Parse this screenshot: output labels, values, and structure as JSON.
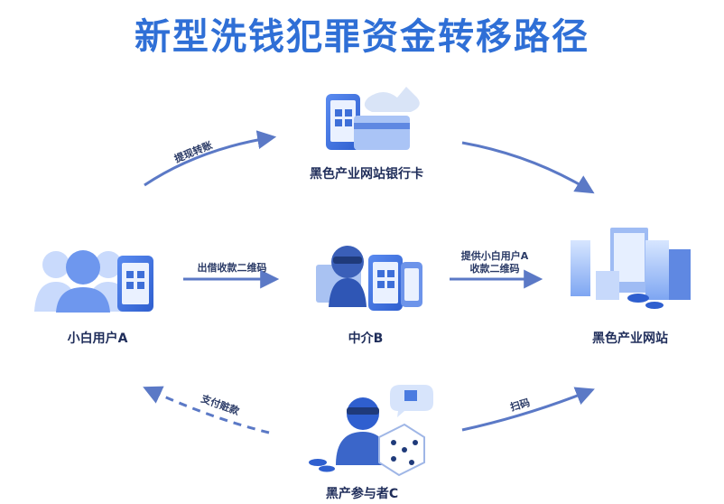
{
  "title": "新型洗钱犯罪资金转移路径",
  "nodes": {
    "bank_card": "黑色产业网站银行卡",
    "user_a": "小白用户A",
    "intermediary_b": "中介B",
    "black_site": "黑色产业网站",
    "participant_c": "黑产参与者C"
  },
  "edges": {
    "withdraw_transfer": "提现转账",
    "lend_qr": "出借收款二维码",
    "provide_qr_line1": "提供小白用户A",
    "provide_qr_line2": "收款二维码",
    "pay_stolen": "支付赃款",
    "scan": "扫码"
  },
  "colors": {
    "title": "#2f6fd6",
    "arrow": "#5b79c6",
    "icon_primary": "#4a7be0",
    "icon_light": "#c9dafc"
  }
}
